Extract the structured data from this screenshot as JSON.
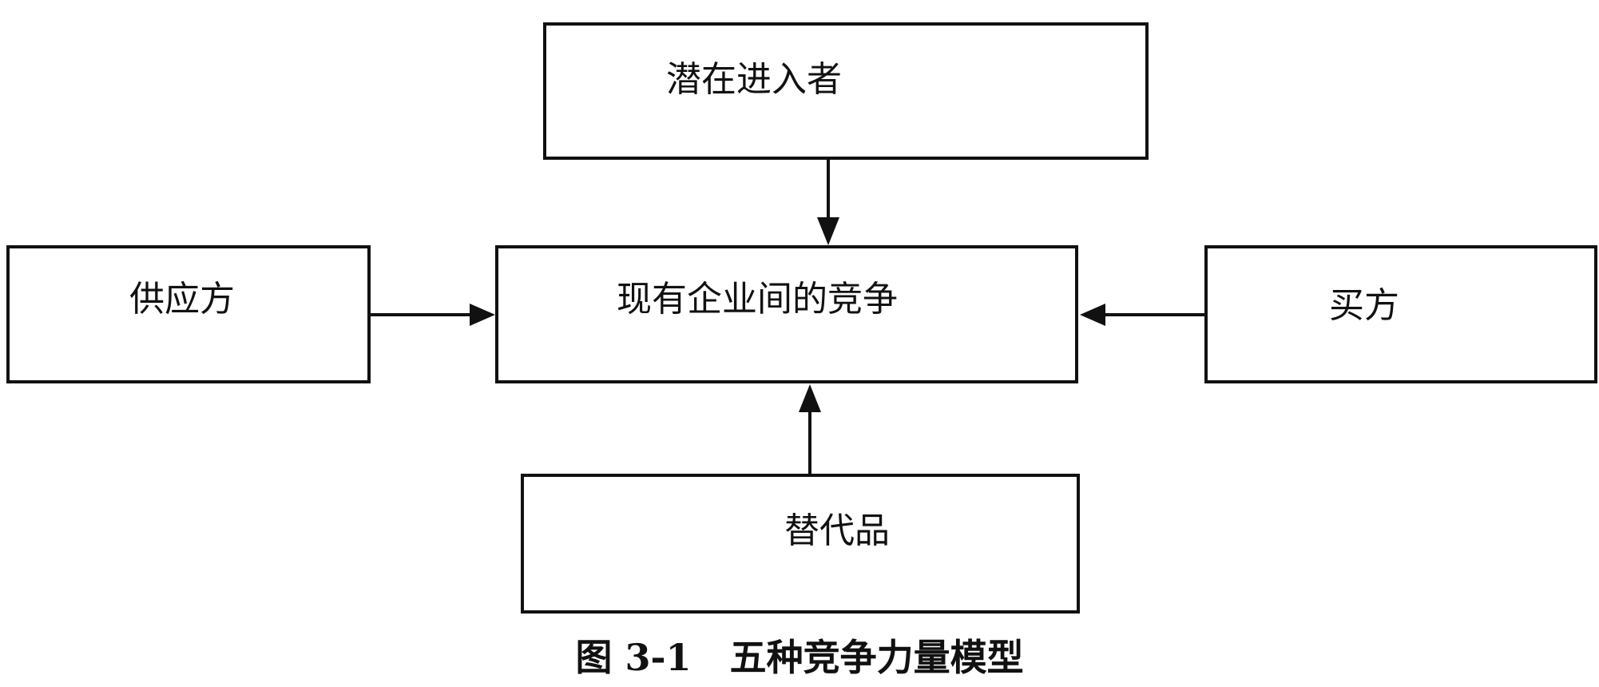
{
  "nodes": {
    "top": "潜在进入者",
    "center": "现有企业间的竞争",
    "left": "供应方",
    "right": "买方",
    "bottom": "替代品"
  },
  "caption": {
    "number": "图 3-1",
    "title": "五种竞争力量模型"
  }
}
